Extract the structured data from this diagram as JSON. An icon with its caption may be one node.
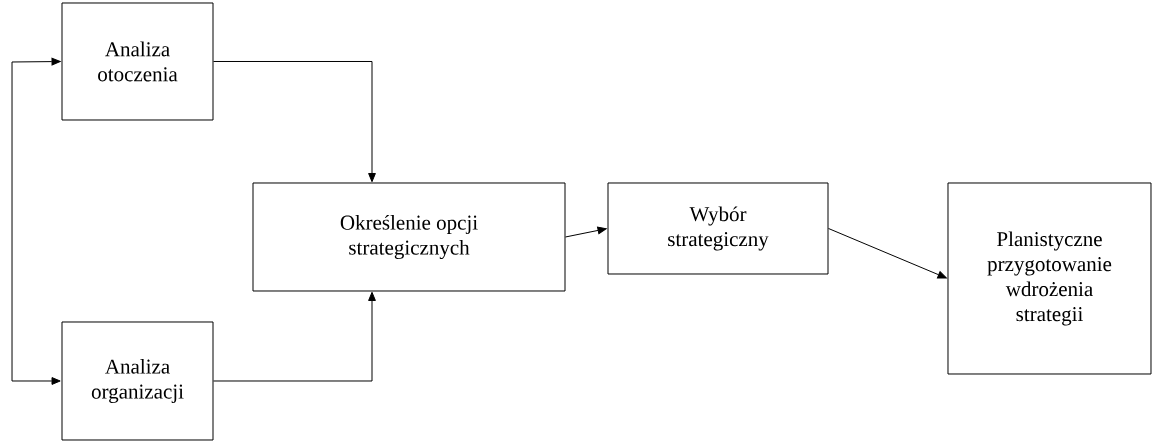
{
  "diagram": {
    "nodes": [
      {
        "text": [
          "Analiza otoczenia"
        ]
      },
      {
        "text": [
          "Analiza organizacji"
        ]
      },
      {
        "text": [
          "Określenie opcji strategicznych"
        ]
      },
      {
        "text": [
          "Wybór strategiczny"
        ]
      },
      {
        "text": [
          "Planistyczne przygotowanie wdrożenia strategii"
        ]
      }
    ],
    "edges": [
      {
        "from": 0,
        "to": 2,
        "arrow": "to"
      },
      {
        "from": 1,
        "to": 2,
        "arrow": "to"
      },
      {
        "from": 2,
        "to": 3,
        "arrow": "to"
      },
      {
        "from": 3,
        "to": 4,
        "arrow": "to"
      },
      {
        "from": 0,
        "to": 1,
        "arrow": "both"
      }
    ]
  }
}
